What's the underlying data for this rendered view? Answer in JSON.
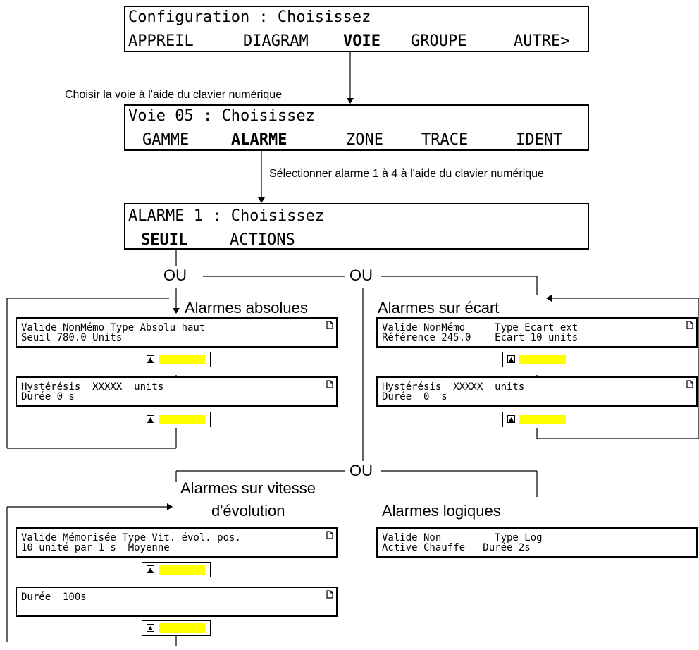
{
  "colors": {
    "accent": "#ffff00",
    "line": "#000000"
  },
  "top_panel": {
    "title": "Configuration : Choisissez",
    "menu": [
      "APPREIL",
      "DIAGRAM",
      "VOIE",
      "GROUPE",
      "AUTRE>"
    ],
    "selected": "VOIE"
  },
  "hint_channel": "Choisir la voie à l'aide du clavier numérique",
  "voie_panel": {
    "title": "Voie 05 : Choisissez",
    "menu": [
      "GAMME",
      "ALARME",
      "ZONE",
      "TRACE",
      "IDENT"
    ],
    "selected": "ALARME"
  },
  "hint_alarm": "Sélectionner alarme 1 à 4 à l'aide du clavier numérique",
  "alarm_panel": {
    "title": "ALARME 1 : Choisissez",
    "menu": [
      "SEUIL",
      "ACTIONS"
    ],
    "selected": "SEUIL"
  },
  "ou_label": "OU",
  "absolute": {
    "heading": "Alarmes absolues",
    "screen1": [
      "Valide NonMémo Type Absolu haut",
      "Seuil 780.0 Units"
    ],
    "screen2": [
      "Hystérésis  XXXXX  units",
      "Durée 0 s"
    ]
  },
  "deviation": {
    "heading": "Alarmes sur écart",
    "screen1": [
      "Valide NonMémo     Type Ecart ext",
      "Référence 245.0    Ecart 10 units"
    ],
    "screen2": [
      "Hystérésis  XXXXX  units",
      "Durée  0  s"
    ]
  },
  "rate": {
    "heading_line1": "Alarmes sur vitesse",
    "heading_line2": "d'évolution",
    "screen1": [
      "Valide Mémorisée Type Vit. évol. pos.",
      "10 unité par 1 s  Moyenne"
    ],
    "screen2": [
      "Durée  100s",
      ""
    ]
  },
  "logic": {
    "heading": "Alarmes logiques",
    "screen1": [
      "Valide Non         Type Log",
      "Active Chauffe   Durée 2s"
    ]
  },
  "icons": {
    "page_icon": "page-icon",
    "confirm_icon": "up-arrow-page-icon"
  }
}
